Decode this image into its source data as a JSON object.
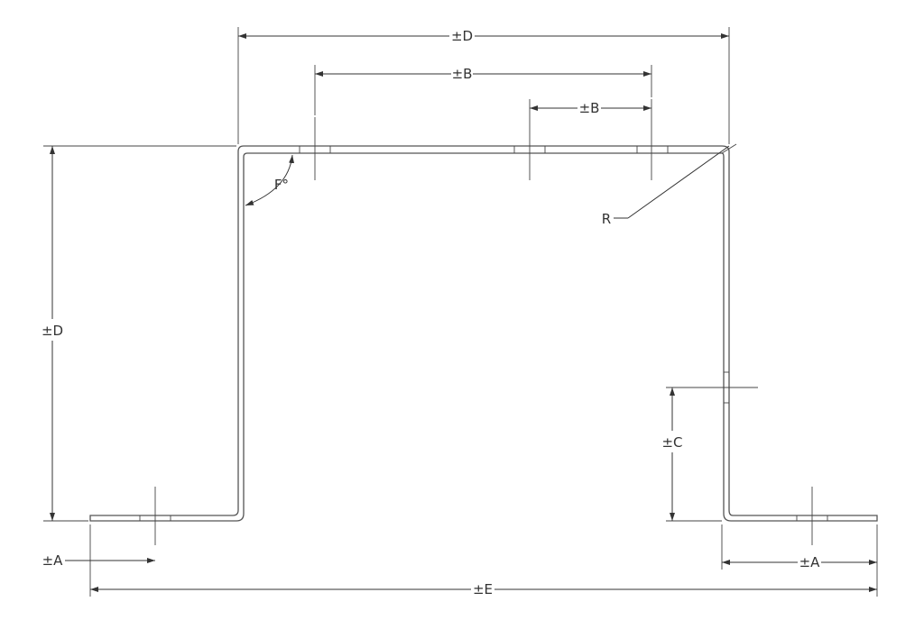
{
  "labels": {
    "top_overall": "±D",
    "top_hole_span": "±B",
    "top_hole_pitch": "±B",
    "left_height": "±D",
    "angle": "F°",
    "radius": "R",
    "right_hole_height": "±C",
    "left_flange_hole": "±A",
    "right_flange_hole": "±A",
    "overall_width": "±E"
  }
}
